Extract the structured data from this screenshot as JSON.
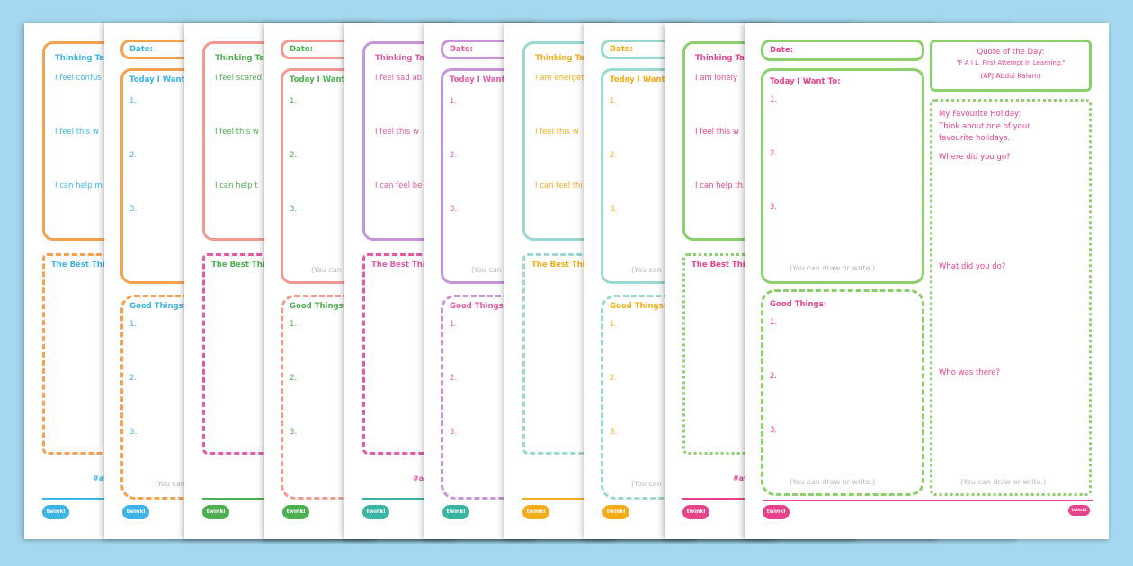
{
  "date_label": "Date:",
  "today_label": "Today I Want To:",
  "good_label": "Good Things:",
  "best_label": "The Best Thing",
  "thinking_label": "Thinking Ta",
  "hint": "(You can draw or write.)",
  "hint_short": "(You can",
  "hashtag": "#at",
  "logo": "twinkl",
  "numbers": [
    "1.",
    "2.",
    "3."
  ],
  "thinking_lines": {
    "confused": "I feel confus",
    "scared": "I feel scared",
    "sad": "I feel sad ab",
    "energetic": "I am energet",
    "lonely": "I am lonely",
    "this_way": "I feel this w",
    "help": "I can help m",
    "help2": "I can help t",
    "feel_better": "I can feel be",
    "feel_this": "I can feel thi",
    "help3": "I can help th"
  },
  "front": {
    "quote_title": "Quote of the Day:",
    "quote_text": "\"F A I L. First Attempt In Learning.\"",
    "quote_author": "(APJ Abdul Kalam)",
    "holiday_title": "My Favourite Holiday:",
    "holiday_line1": "Think about one of your",
    "holiday_line2": "favourite holidays.",
    "q1": "Where did you go?",
    "q2": "What did you do?",
    "q3": "Who was there?"
  },
  "colors": {
    "orange": "#f5a250",
    "blue": "#3cb4e6",
    "salmon": "#f29a92",
    "pink": "#e45aa4",
    "purple": "#c896d8",
    "teal": "#9ad8d2",
    "yellow": "#f5ac1a",
    "green": "#8cd06e",
    "magenta": "#e8428c"
  }
}
